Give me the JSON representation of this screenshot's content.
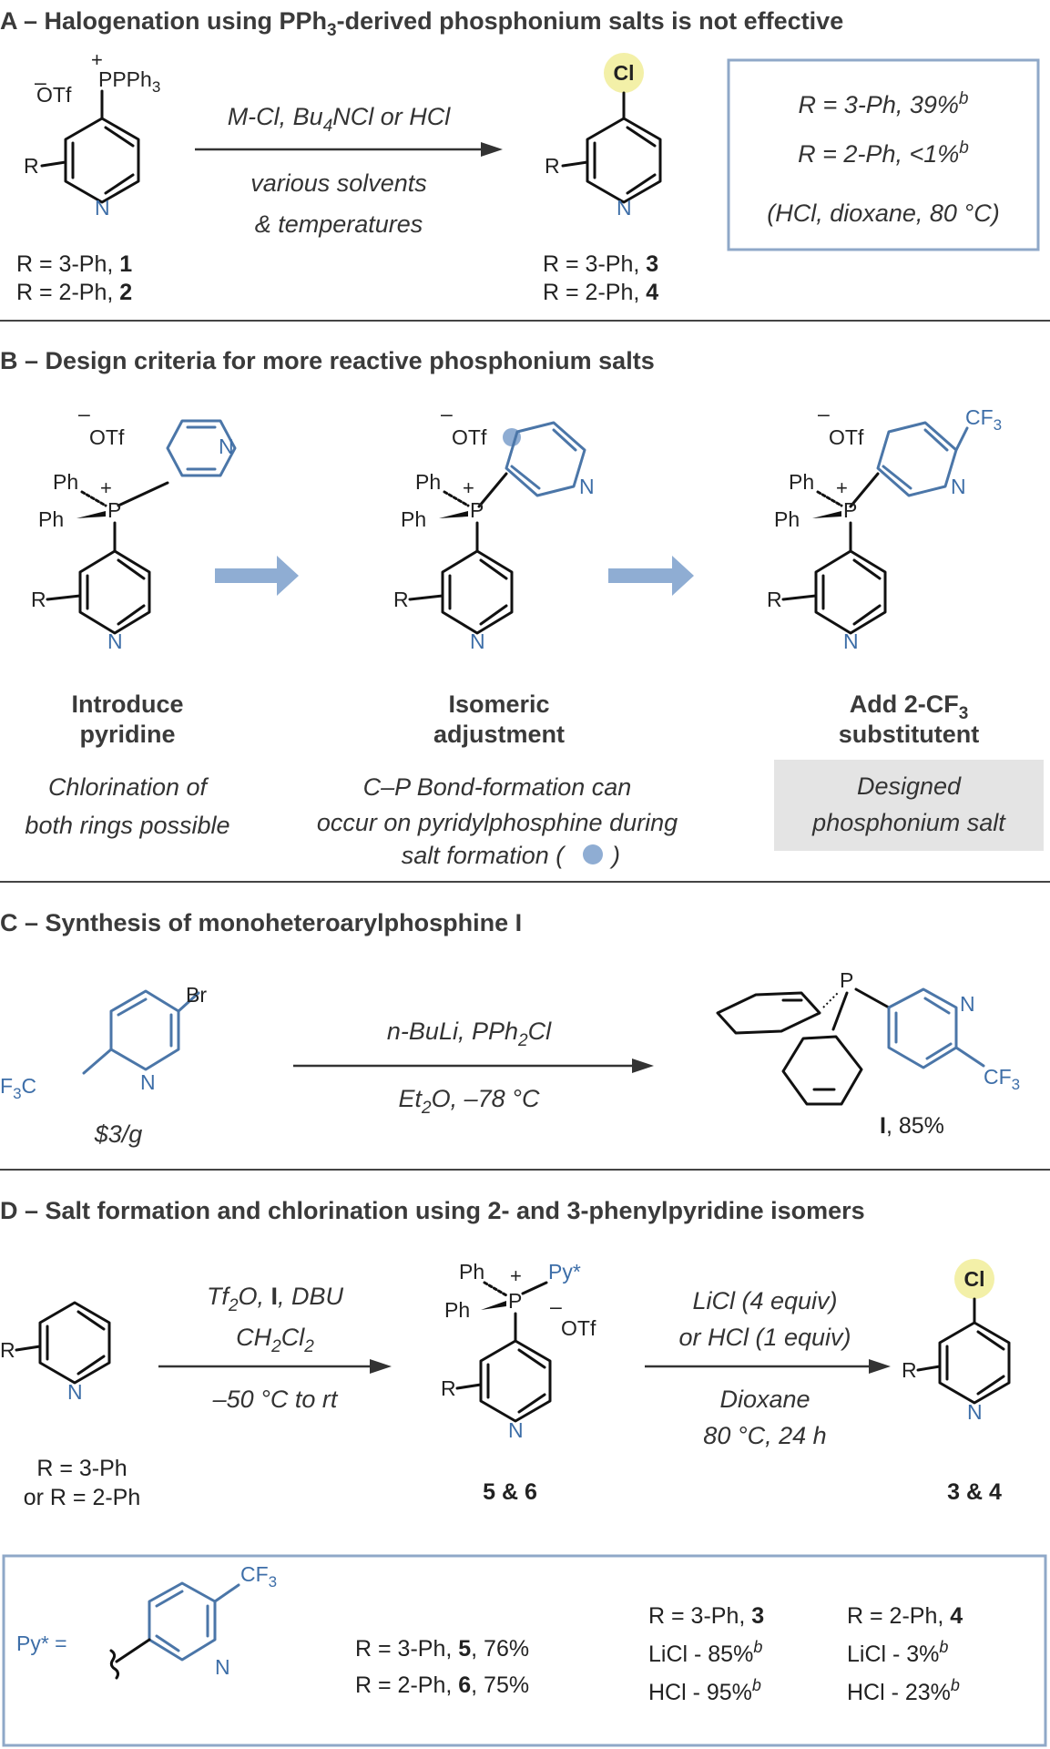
{
  "sectionA": {
    "header": "A – Halogenation using PPh",
    "header_sub": "3",
    "header_rest": "-derived phosphonium salts is not effective",
    "otf": "OTf",
    "pph3": "PPh",
    "pph3_sub": "3",
    "conditions_top": "M-Cl, Bu",
    "conditions_top_sub": "4",
    "conditions_top_rest": "NCl or HCl",
    "conditions_bottom_1": "various solvents",
    "conditions_bottom_2": "& temperatures",
    "sm_label_1": "R = 3-Ph, ",
    "sm_num_1": "1",
    "sm_label_2": "R = 2-Ph, ",
    "sm_num_2": "2",
    "prod_label_1": "R = 3-Ph, ",
    "prod_num_1": "3",
    "prod_label_2": "R = 2-Ph, ",
    "prod_num_2": "4",
    "result_1": "R = 3-Ph, 39%",
    "result_2": "R = 2-Ph, <1%",
    "result_sup": "b",
    "result_3": "(HCl, dioxane, 80 °C)"
  },
  "sectionB": {
    "header": "B – Design criteria for more reactive phosphonium salts",
    "step1_title_1": "Introduce",
    "step1_title_2": "pyridine",
    "step1_note_1": "Chlorination of",
    "step1_note_2": "both rings possible",
    "step2_title_1": "Isomeric",
    "step2_title_2": "adjustment",
    "step2_note_1": "C–P Bond-formation can",
    "step2_note_2": "occur on pyridylphosphine during",
    "step2_note_3": "salt formation (",
    "step2_note_3_end": ")",
    "step3_title_1": "Add 2-CF",
    "step3_title_sub": "3",
    "step3_title_2": "substitutent",
    "step3_note_1": "Designed",
    "step3_note_2": "phosphonium salt"
  },
  "sectionC": {
    "header": "C – Synthesis of monoheteroarylphosphine I",
    "price": "$3/g",
    "cond_top": "n-BuLi, PPh",
    "cond_top_sub": "2",
    "cond_top_rest": "Cl",
    "cond_bottom": "Et",
    "cond_bottom_sub": "2",
    "cond_bottom_rest": "O, –78 °C",
    "product_name": "I",
    "product_yield": ", 85%"
  },
  "sectionD": {
    "header": "D – Salt formation and chlorination using 2- and 3-phenylpyridine isomers",
    "cond1_top_a": "Tf",
    "cond1_top_sub": "2",
    "cond1_top_b": "O, ",
    "cond1_top_bold": "I",
    "cond1_top_c": ", DBU",
    "cond1_mid": "CH",
    "cond1_mid_sub1": "2",
    "cond1_mid_b": "Cl",
    "cond1_mid_sub2": "2",
    "cond1_bottom": "–50 °C to rt",
    "cond2_top": "LiCl (4 equiv)",
    "cond2_mid": "or HCl (1 equiv)",
    "cond2_b1": "Dioxane",
    "cond2_b2": "80 °C, 24 h",
    "sm_1": "R = 3-Ph",
    "sm_2": "or R = 2-Ph",
    "int_label": "5 & 6",
    "prod_label": "3 & 4",
    "pystar": "Py*",
    "pystar_eq": "Py* =",
    "salt_1": "R = 3-Ph, ",
    "salt_1_num": "5",
    "salt_1_yield": ", 76%",
    "salt_2": "R = 2-Ph, ",
    "salt_2_num": "6",
    "salt_2_yield": ", 75%",
    "col1_head": "R = 3-Ph, ",
    "col1_head_num": "3",
    "col1_r1": "LiCl - 85%",
    "col1_r2": "HCl - 95%",
    "col2_head": "R = 2-Ph, ",
    "col2_head_num": "4",
    "col2_r1": "LiCl - 3%",
    "col2_r2": "HCl - 23%",
    "sup": "b"
  },
  "atoms": {
    "N": "N",
    "P": "P",
    "R": "R",
    "Cl": "Cl",
    "Br": "Br",
    "Ph": "Ph",
    "CF3": "CF",
    "CF3_sub": "3",
    "F3C": "F",
    "F3C_sub": "3",
    "F3C_rest": "C",
    "plus": "+",
    "minus": "–"
  },
  "colors": {
    "accent_blue": "#4b76a8",
    "box_blue": "#8fa8c8",
    "highlight_yellow": "#f3f0a8",
    "arrow_blue": "#8fadd3",
    "note_gray": "#e4e4e4"
  }
}
